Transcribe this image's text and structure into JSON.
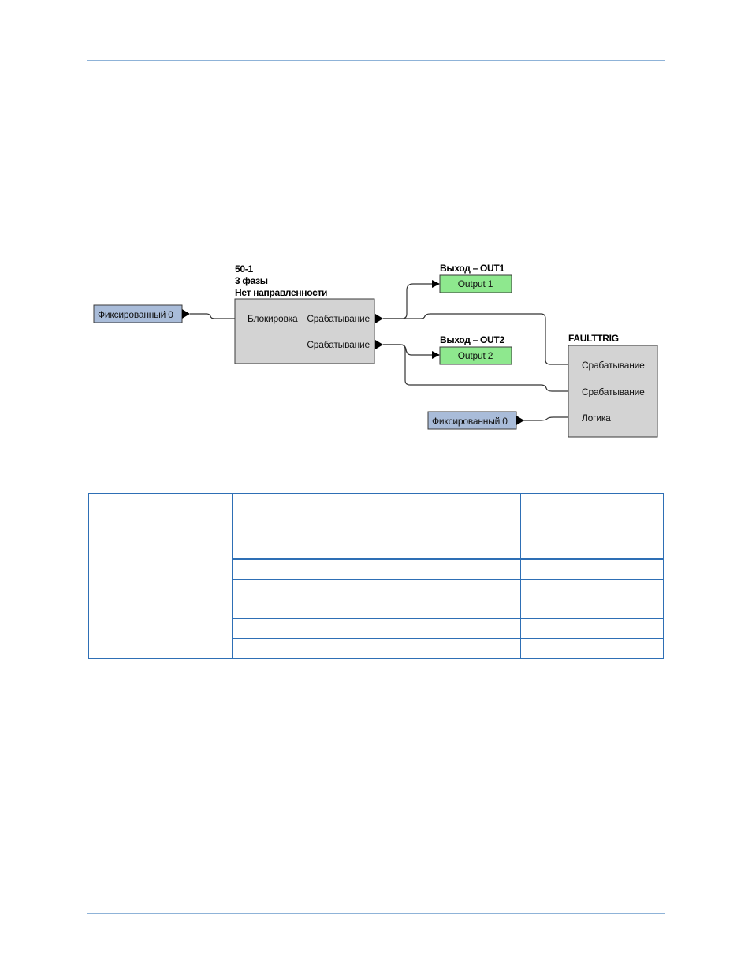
{
  "diagram": {
    "block_50": {
      "title_lines": [
        "50-1",
        "3 фазы",
        "Нет направленности"
      ],
      "inputs": [
        "Блокировка"
      ],
      "outputs": [
        "Срабатывание",
        "Срабатывание"
      ]
    },
    "fixed_input_1": {
      "label": "Фиксированный 0"
    },
    "fixed_input_2": {
      "label": "Фиксированный 0"
    },
    "out1": {
      "title": "Выход – OUT1",
      "label": "Output 1"
    },
    "out2": {
      "title": "Выход – OUT2",
      "label": "Output 2"
    },
    "faulttrig": {
      "title": "FAULTTRIG",
      "inputs": [
        "Срабатывание",
        "Срабатывание",
        "Логика"
      ]
    },
    "colors": {
      "block_fill": "#d3d3d3",
      "fixed_fill": "#a9bcd9",
      "output_fill": "#8ee88e",
      "rule": "#8fb3d8",
      "table_border": "#2e6fb5"
    }
  },
  "table": {
    "header": [
      "",
      "",
      "",
      ""
    ],
    "groups": [
      {
        "label": "",
        "rows": [
          [
            "",
            "",
            ""
          ],
          [
            "",
            "",
            ""
          ],
          [
            "",
            "",
            ""
          ]
        ]
      },
      {
        "label": "",
        "rows": [
          [
            "",
            "",
            ""
          ],
          [
            "",
            "",
            ""
          ],
          [
            "",
            "",
            ""
          ]
        ]
      }
    ]
  }
}
